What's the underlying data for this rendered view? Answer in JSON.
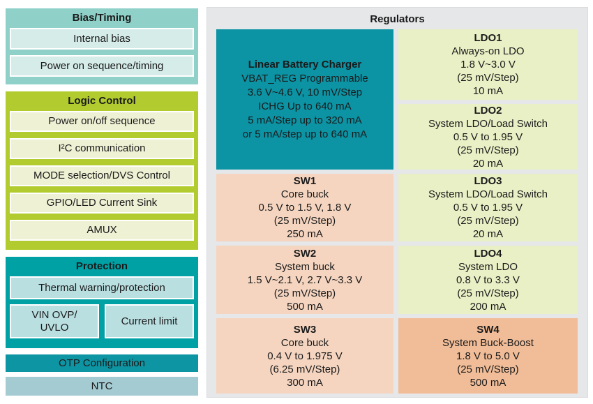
{
  "colors": {
    "bias_bg": "#8FD1C9",
    "bias_item_bg": "#D5ECE9",
    "logic_bg": "#B2CB2E",
    "logic_item_bg": "#EFF1D4",
    "protection_bg": "#00A1A5",
    "protection_item_bg": "#BADFE1",
    "otp_bg": "#0E95A4",
    "ntc_bg": "#A4CBD1",
    "panel_bg": "#E5E7E9",
    "charger_bg": "#0C93A4",
    "ldo_bg": "#E9F0C5",
    "sw_bg": "#F5D5C0",
    "sw4_bg": "#F1BD98"
  },
  "left": {
    "bias_timing": {
      "title": "Bias/Timing",
      "items": [
        "Internal bias",
        "Power on sequence/timing"
      ]
    },
    "logic_control": {
      "title": "Logic Control",
      "items": [
        "Power on/off sequence",
        "I²C communication",
        "MODE selection/DVS Control",
        "GPIO/LED Current Sink",
        "AMUX"
      ]
    },
    "protection": {
      "title": "Protection",
      "thermal": "Thermal warning/protection",
      "vin": "VIN OVP/\nUVLO",
      "current_limit": "Current limit"
    },
    "otp": "OTP Configuration",
    "ntc": "NTC"
  },
  "regulators": {
    "title": "Regulators",
    "charger": {
      "title": "Linear Battery Charger",
      "body": "VBAT_REG Programmable\n3.6 V~4.6 V, 10 mV/Step\nICHG Up to 640 mA\n5 mA/Step up to 320 mA\nor 5 mA/step up to 640 mA"
    },
    "ldo1": {
      "title": "LDO1",
      "body": "Always-on LDO\n1.8 V~3.0 V\n(25 mV/Step)\n10 mA"
    },
    "ldo2": {
      "title": "LDO2",
      "body": "System LDO/Load Switch\n0.5 V to 1.95 V\n(25 mV/Step)\n20 mA"
    },
    "ldo3": {
      "title": "LDO3",
      "body": "System LDO/Load Switch\n0.5 V to 1.95 V\n(25 mV/Step)\n20 mA"
    },
    "ldo4": {
      "title": "LDO4",
      "body": "System LDO\n0.8 V to 3.3 V\n(25 mV/Step)\n200 mA"
    },
    "sw1": {
      "title": "SW1",
      "body": "Core buck\n0.5 V to 1.5 V, 1.8 V\n(25 mV/Step)\n250 mA"
    },
    "sw2": {
      "title": "SW2",
      "body": "System buck\n1.5 V~2.1 V, 2.7 V~3.3 V\n(25 mV/Step)\n500 mA"
    },
    "sw3": {
      "title": "SW3",
      "body": "Core buck\n0.4 V to 1.975 V\n(6.25 mV/Step)\n300 mA"
    },
    "sw4": {
      "title": "SW4",
      "body": "System Buck-Boost\n1.8 V to 5.0 V\n(25 mV/Step)\n500 mA"
    }
  }
}
